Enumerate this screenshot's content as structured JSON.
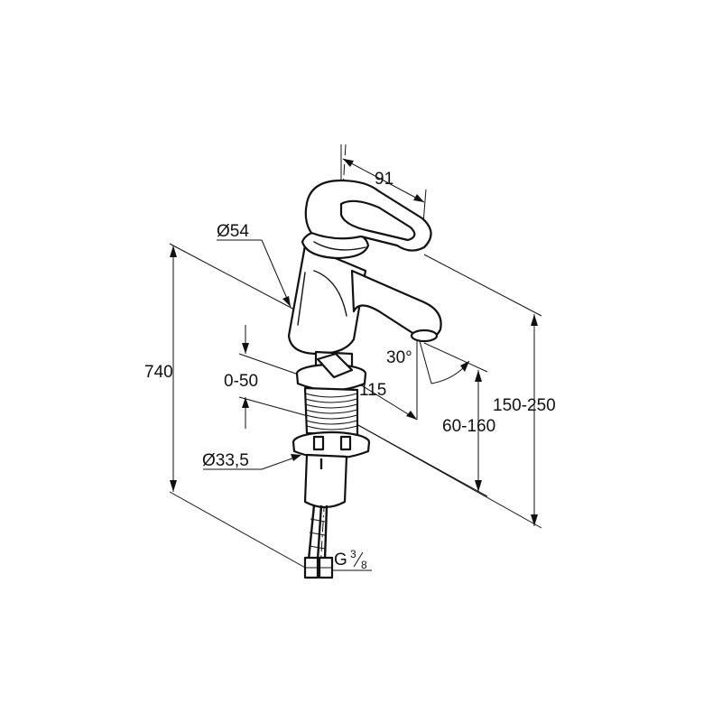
{
  "dimensions": {
    "d54": "Ø54",
    "d91": "91",
    "d740": "740",
    "d0_50": "0-50",
    "d30deg": "30°",
    "d115": "115",
    "d150_250": "150-250",
    "d60_160": "60-160",
    "d33_5": "Ø33,5",
    "thread_prefix": "G",
    "thread_num": "3",
    "thread_den": "8"
  },
  "colors": {
    "line": "#111111",
    "background": "#ffffff"
  }
}
